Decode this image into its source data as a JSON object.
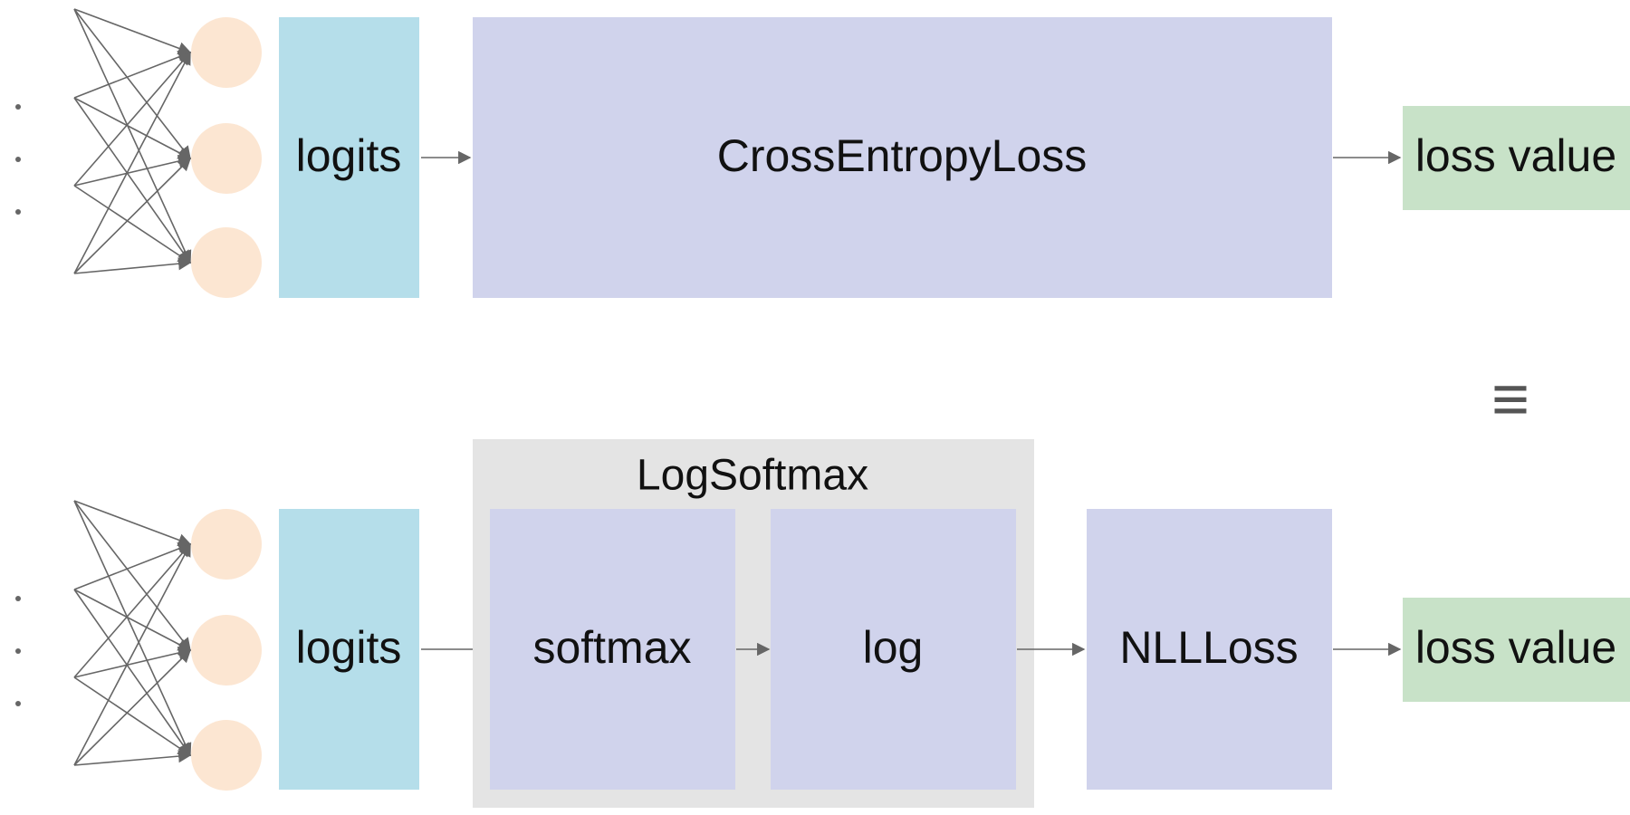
{
  "colors": {
    "logits_box": "#b5deea",
    "loss_module_box": "#d0d3ec",
    "loss_value_box": "#c8e2c8",
    "neuron": "#fce6d2",
    "log_softmax_group": "#e4e4e4",
    "arrow": "#666666",
    "dots": "#666666"
  },
  "top_pipeline": {
    "logits_label": "logits",
    "loss_module_label": "CrossEntropyLoss",
    "output_label": "loss value"
  },
  "equivalence_symbol": "≡",
  "bottom_pipeline": {
    "logits_label": "logits",
    "log_softmax_group_label": "LogSoftmax",
    "softmax_label": "softmax",
    "log_label": "log",
    "nll_loss_label": "NLLLoss",
    "output_label": "loss value"
  },
  "icons": {
    "neuron": "circle",
    "ellipsis": "vertical-dots",
    "connection": "arrow"
  }
}
